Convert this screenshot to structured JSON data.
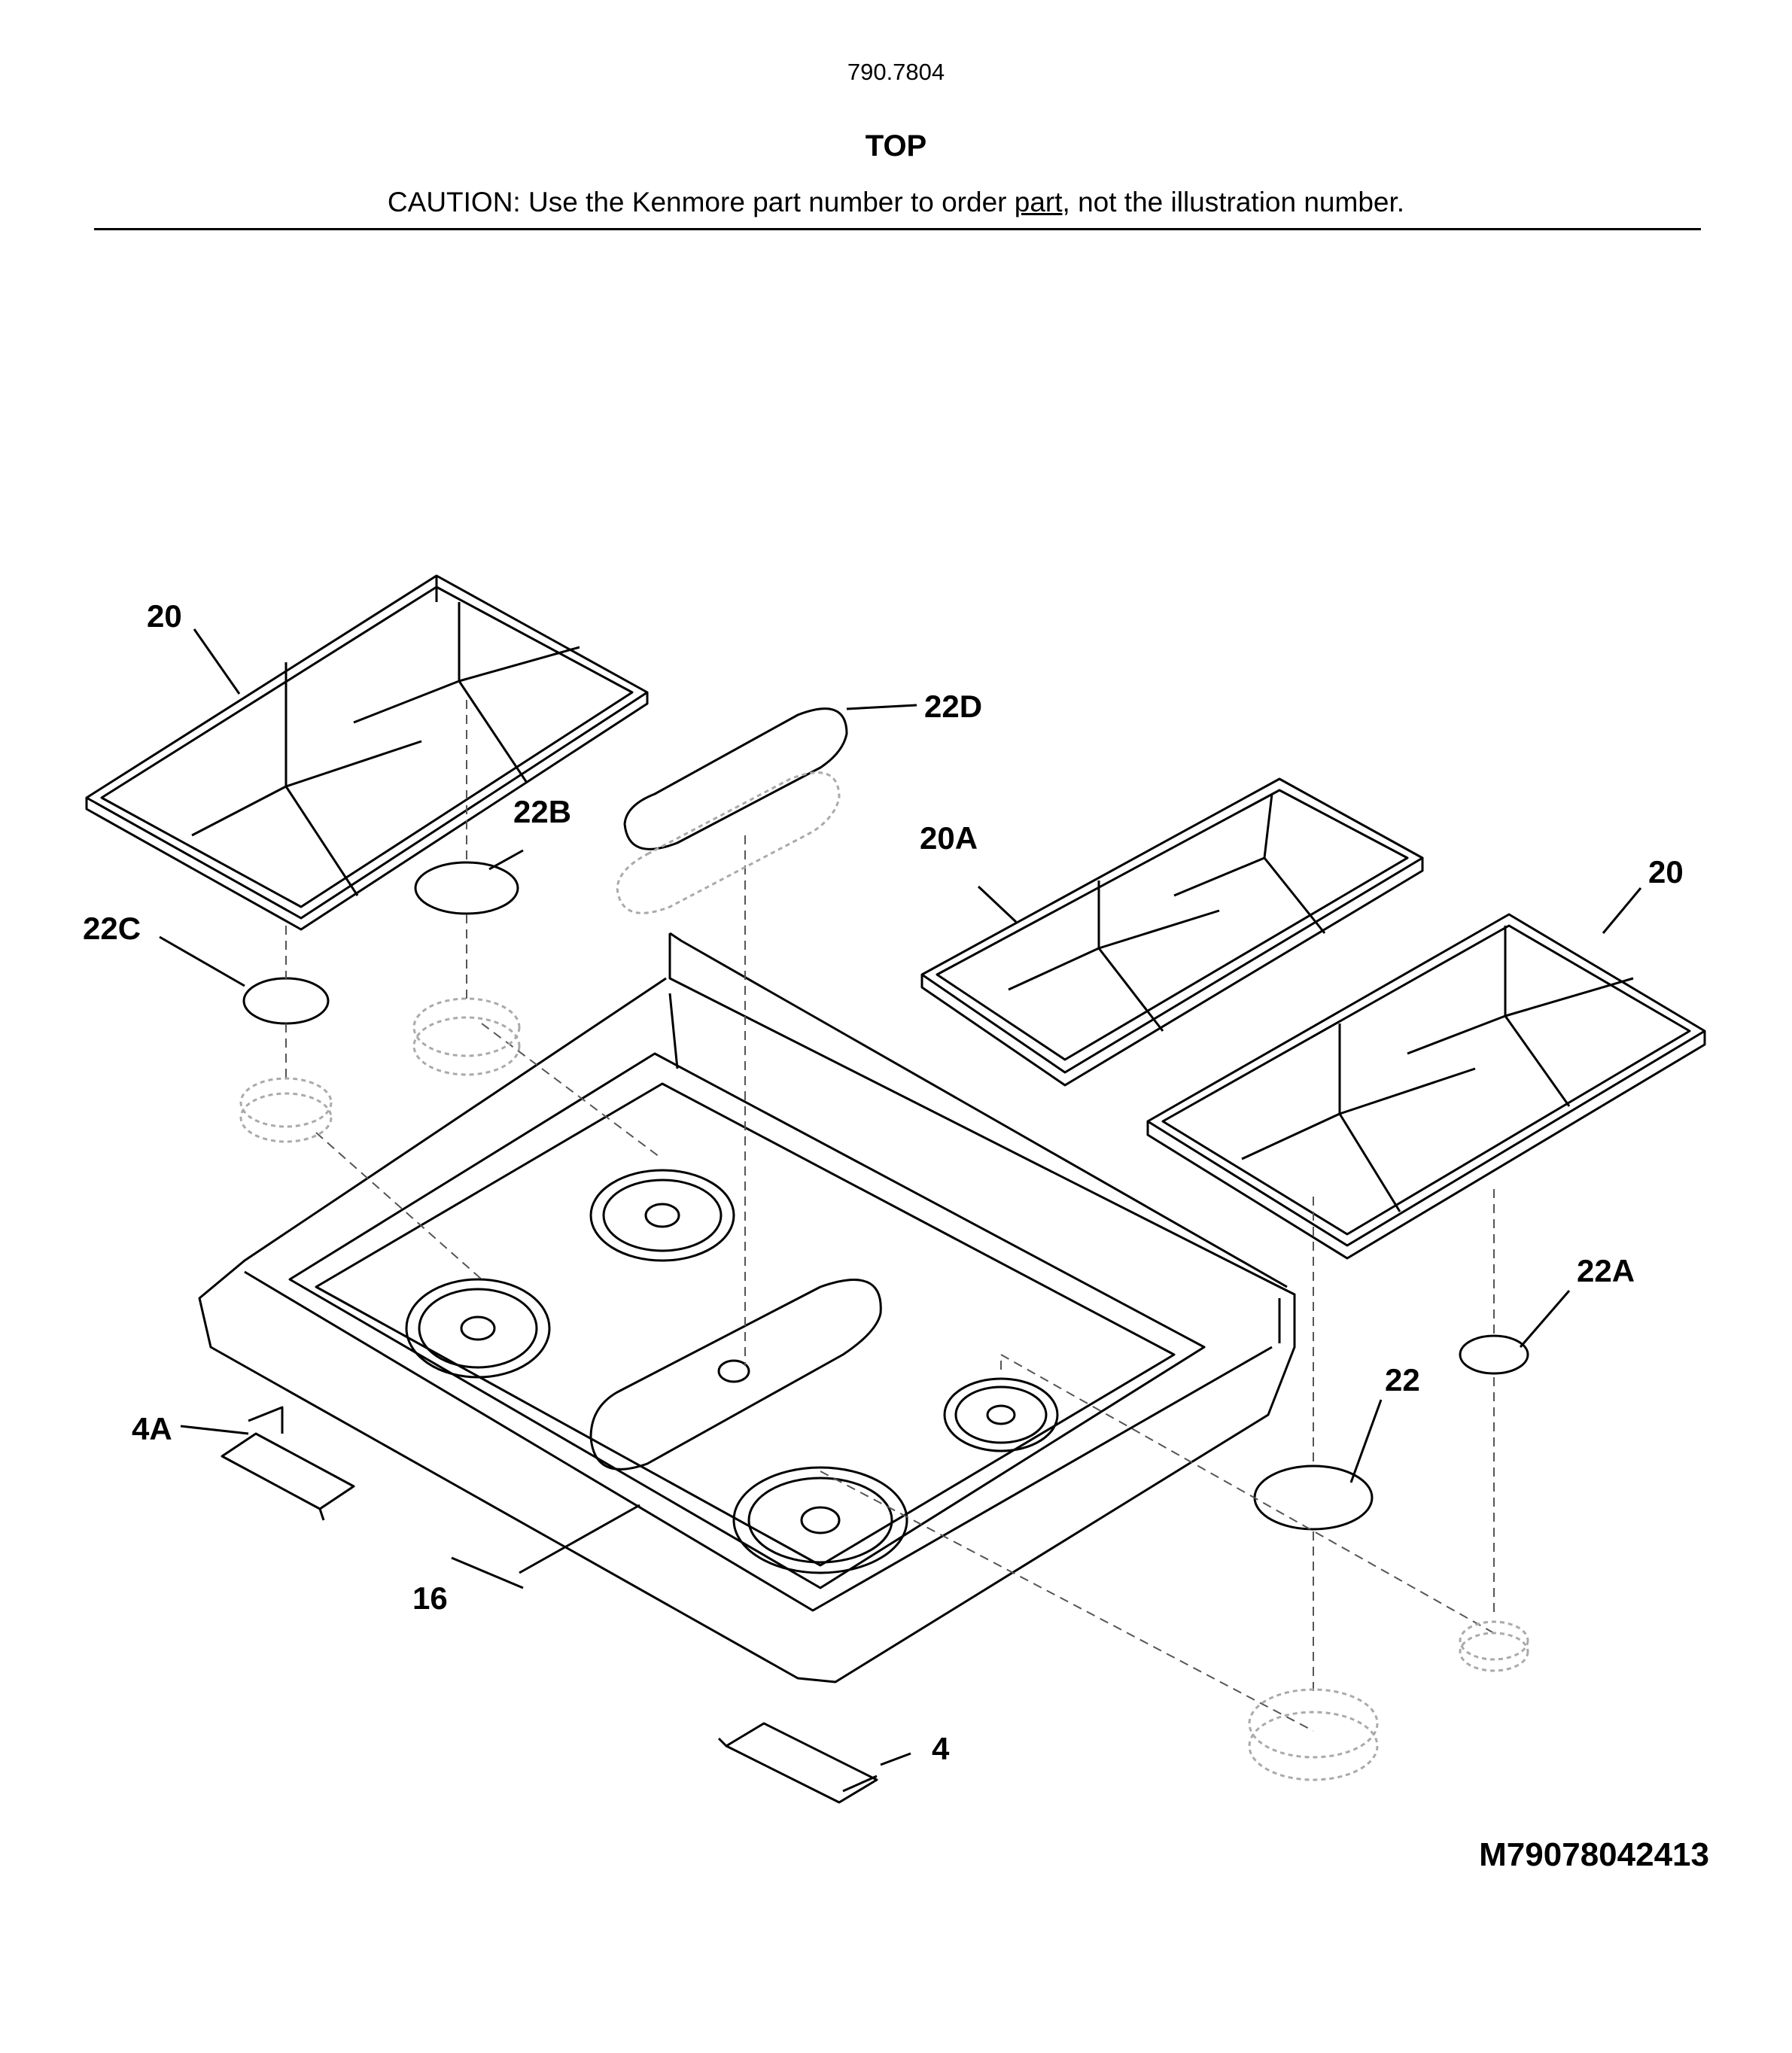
{
  "header": {
    "model_number": "790.7804",
    "section_title": "TOP",
    "caution_prefix": "CAUTION: Use the Kenmore part number to order ",
    "caution_link": "part",
    "caution_suffix": ", not the illustration number."
  },
  "callouts": {
    "grate_left": "20",
    "grate_right": "20",
    "grate_center": "20A",
    "cap_oval": "22D",
    "cap_22b": "22B",
    "cap_22c": "22C",
    "cap_22a": "22A",
    "cap_22": "22",
    "cooktop": "16",
    "bracket_4a": "4A",
    "bracket_4": "4"
  },
  "footer": {
    "diagram_code": "M79078042413"
  }
}
